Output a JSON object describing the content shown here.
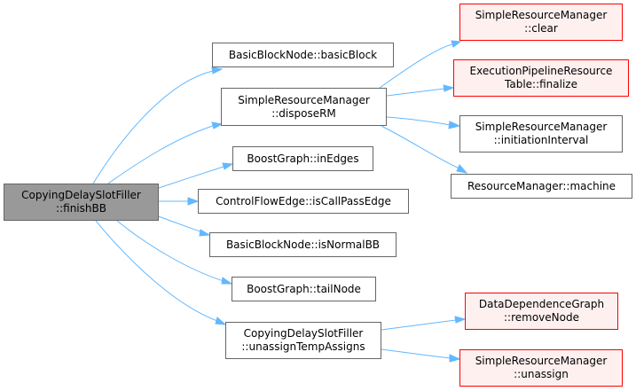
{
  "colors": {
    "edge": "#63b8ff",
    "node_border": "#666666",
    "root_fill": "#999999",
    "external_border": "#ff0000",
    "external_fill": "#fff0f0"
  },
  "nodes": {
    "root": {
      "line1": "CopyingDelaySlotFiller",
      "line2": "::finishBB"
    },
    "basic_block": {
      "line1": "BasicBlockNode::basicBlock"
    },
    "dispose_rm": {
      "line1": "SimpleResourceManager",
      "line2": "::disposeRM"
    },
    "in_edges": {
      "line1": "BoostGraph::inEdges"
    },
    "is_call_pass_edge": {
      "line1": "ControlFlowEdge::isCallPassEdge"
    },
    "is_normal_bb": {
      "line1": "BasicBlockNode::isNormalBB"
    },
    "tail_node": {
      "line1": "BoostGraph::tailNode"
    },
    "unassign_temp": {
      "line1": "CopyingDelaySlotFiller",
      "line2": "::unassignTempAssigns"
    },
    "srm_clear": {
      "line1": "SimpleResourceManager",
      "line2": "::clear"
    },
    "exec_finalize": {
      "line1": "ExecutionPipelineResource",
      "line2": "Table::finalize"
    },
    "srm_initiation": {
      "line1": "SimpleResourceManager",
      "line2": "::initiationInterval"
    },
    "rm_machine": {
      "line1": "ResourceManager::machine"
    },
    "ddg_remove": {
      "line1": "DataDependenceGraph",
      "line2": "::removeNode"
    },
    "srm_unassign": {
      "line1": "SimpleResourceManager",
      "line2": "::unassign"
    }
  }
}
